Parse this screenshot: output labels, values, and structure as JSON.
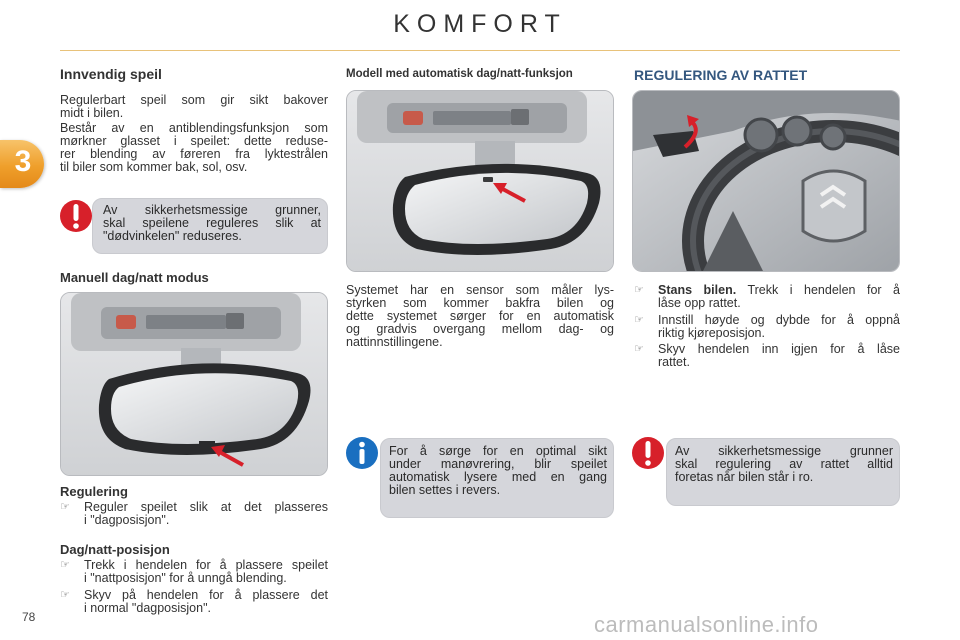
{
  "header": {
    "title": "KOMFORT"
  },
  "chapter": {
    "number": "3"
  },
  "page_number": "78",
  "watermark": "carmanualsonline.info",
  "colors": {
    "accent_orange": "#ef9f2b",
    "heading_blue": "#34577f",
    "note_grey": "#d5d6db",
    "warning_red": "#d7202a",
    "info_blue": "#1a6fc0"
  },
  "left": {
    "heading": "Innvendig speil",
    "para1": [
      "Regulerbart speil som gir sikt bakover",
      "midt i bilen."
    ],
    "para2": [
      "Består av en antiblendingsfunksjon som",
      "mørkner glasset i speilet: dette reduse-",
      "rer blending av føreren fra lyktestrålen",
      "til biler som kommer bak, sol, osv."
    ],
    "warning": [
      "Av sikkerhetsmessige grunner,",
      "skal speilene reguleres slik at",
      "\"dødvinkelen\" reduseres."
    ],
    "manual_heading": "Manuell dag/natt modus",
    "regulering_heading": "Regulering",
    "regulering_bullets": [
      [
        "Reguler speilet slik at det plasseres",
        "i \"dagposisjon\"."
      ]
    ],
    "dagnatt_heading": "Dag/natt-posisjon",
    "dagnatt_bullets": [
      [
        "Trekk i hendelen for å plassere speilet",
        "i \"nattposisjon\" for å unngå blending."
      ],
      [
        "Skyv på hendelen for å plassere det",
        "i normal \"dagposisjon\"."
      ]
    ]
  },
  "middle": {
    "heading": "Modell med automatisk dag/natt-funksjon",
    "para": [
      "Systemet har en sensor som måler lys-",
      "styrken som kommer bakfra bilen og",
      "dette systemet sørger for en automatisk",
      "og gradvis overgang mellom dag- og",
      "nattinnstillingene."
    ],
    "info": [
      "For å sørge for en optimal sikt",
      "under manøvrering, blir speilet",
      "automatisk lysere med en gang",
      "bilen settes i revers."
    ]
  },
  "right": {
    "heading": "REGULERING AV RATTET",
    "bullets": [
      {
        "bold": "Stans bilen.",
        "lines": [
          "Trekk i hendelen for å",
          "låse opp rattet."
        ]
      },
      {
        "bold": "",
        "lines": [
          "Innstill høyde og dybde for å oppnå",
          "riktig kjøreposisjon."
        ]
      },
      {
        "bold": "",
        "lines": [
          "Skyv hendelen inn igjen for å låse",
          "rattet."
        ]
      }
    ],
    "warning": [
      "Av sikkerhetsmessige grunner",
      "skal regulering av rattet alltid",
      "foretas når bilen står i ro."
    ]
  },
  "bullet_symbol": "☞"
}
